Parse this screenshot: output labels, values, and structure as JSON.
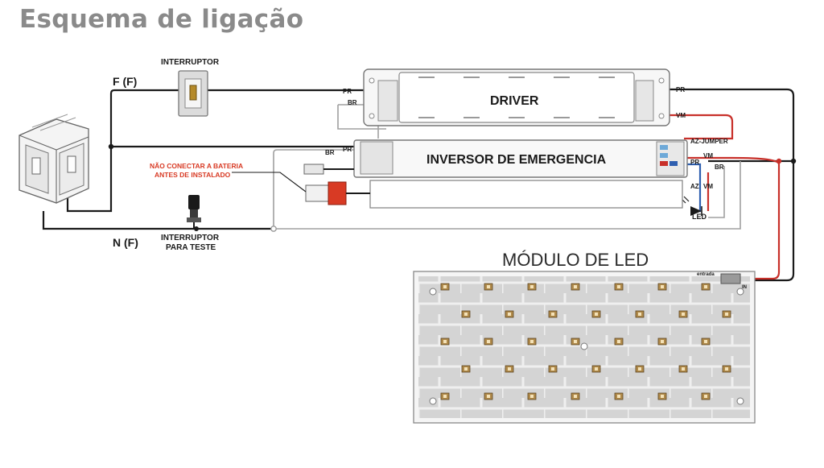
{
  "title": "Esquema de ligação",
  "labels": {
    "interruptor": "INTERRUPTOR",
    "fase": "F (F)",
    "neutro": "N (F)",
    "interruptor_teste_l1": "INTERRUPTOR",
    "interruptor_teste_l2": "PARA TESTE",
    "driver": "DRIVER",
    "inversor": "INVERSOR DE EMERGENCIA",
    "aviso_l1": "NÃO CONECTAR A BATERIA",
    "aviso_l2": "ANTES DE INSTALADO",
    "modulo": "MÓDULO DE LED",
    "led": "LED",
    "pr": "PR",
    "br": "BR",
    "vm": "VM",
    "az": "AZ",
    "az_jumper": "AZ-JUMPER",
    "entrada": "entrada",
    "in": "IN"
  },
  "colors": {
    "wire_black": "#1a1a1a",
    "wire_red": "#c8302a",
    "wire_blue": "#2f5fb0",
    "wire_gray": "#9a9a9a",
    "pcb": "#d7d7d7",
    "pcb_trace": "#ededed",
    "warning_red": "#d83a24",
    "title_gray": "#8a8a8a"
  },
  "icons": {
    "breaker": "circuit-breaker-icon",
    "switch": "wall-switch-icon",
    "pushbutton": "test-pushbutton-icon",
    "battery": "battery-icon",
    "led_indicator": "led-indicator-icon"
  }
}
